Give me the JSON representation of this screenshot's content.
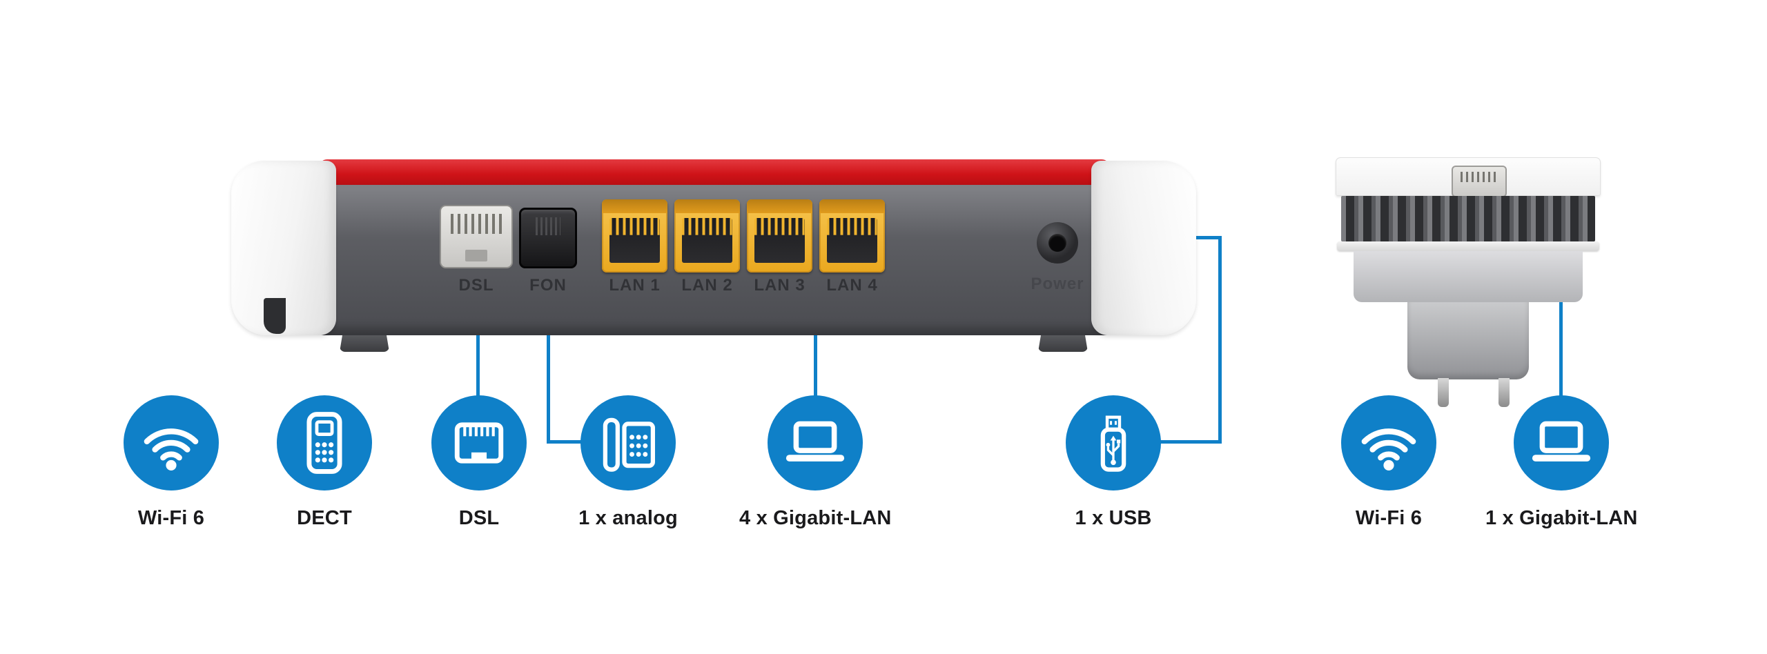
{
  "colors": {
    "accent_blue": "#0f80c8",
    "router_body_gray": "#5d5e63",
    "router_stripe_red": "#cf1318",
    "lan_port_yellow": "#eaa81f",
    "label_text": "#1a1a1c",
    "port_label": "#313236",
    "background": "#ffffff"
  },
  "router": {
    "ports": {
      "dsl_label": "DSL",
      "fon_label": "FON",
      "lan_labels": [
        "LAN 1",
        "LAN 2",
        "LAN 3",
        "LAN 4"
      ],
      "power_label": "Power"
    }
  },
  "features": [
    {
      "icon": "wifi-icon",
      "label": "Wi-Fi 6"
    },
    {
      "icon": "dect-phone-icon",
      "label": "DECT"
    },
    {
      "icon": "ethernet-port-icon",
      "label": "DSL"
    },
    {
      "icon": "analog-phone-icon",
      "label": "1 x analog"
    },
    {
      "icon": "laptop-icon",
      "label": "4 x Gigabit-LAN"
    },
    {
      "icon": "usb-stick-icon",
      "label": "1 x USB"
    },
    {
      "icon": "wifi-icon",
      "label": "Wi-Fi 6"
    },
    {
      "icon": "laptop-icon",
      "label": "1 x Gigabit-LAN"
    }
  ]
}
